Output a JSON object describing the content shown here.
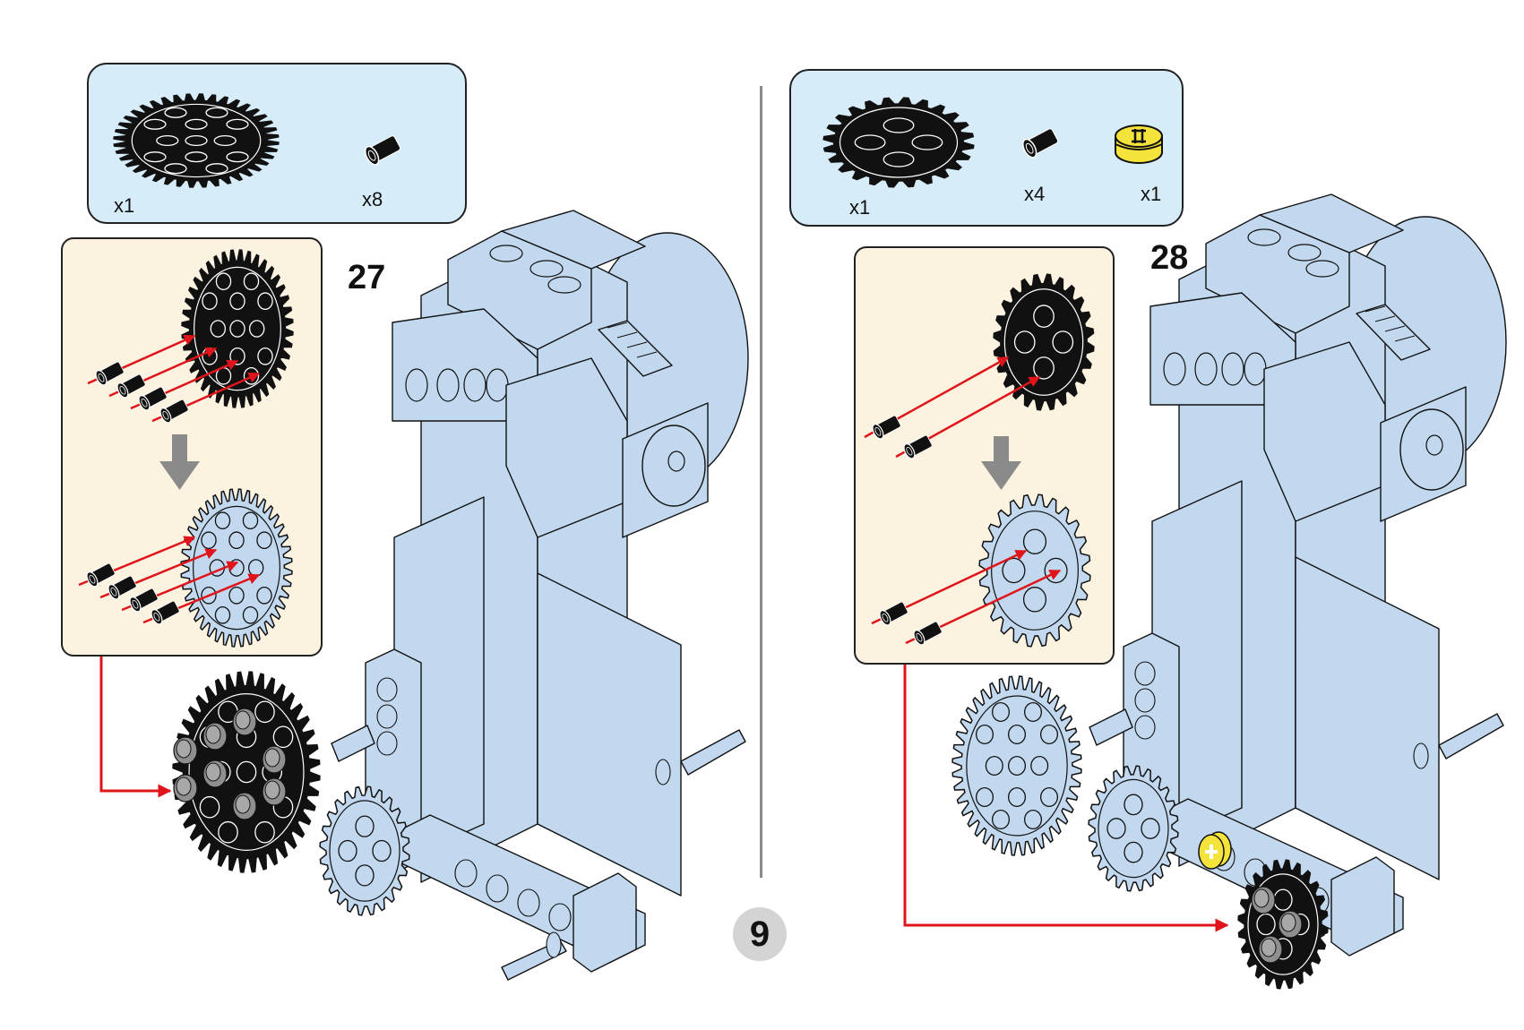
{
  "page": {
    "number": "9",
    "colors": {
      "parts_box_bg": "#d6ecf8",
      "callout_bg": "#fcf2e0",
      "assembly_blue": "#c2d8ef",
      "arrow_red": "#e0151b",
      "part_black": "#111111",
      "bushing_yellow": "#f4e33a",
      "divider_gray": "#8a8a8a",
      "badge_gray": "#d4d4d4"
    }
  },
  "steps": [
    {
      "number": "27",
      "parts": [
        {
          "icon": "gear-40-tooth-black-icon",
          "quantity": "x1"
        },
        {
          "icon": "friction-pin-black-icon",
          "quantity": "x8"
        }
      ],
      "callout": {
        "substeps": [
          {
            "icon": "gear-40-tooth-black-icon",
            "pins": 4
          },
          {
            "icon": "down-arrow-icon"
          },
          {
            "icon": "gear-40-tooth-blue-icon",
            "pins": 4
          }
        ]
      }
    },
    {
      "number": "28",
      "parts": [
        {
          "icon": "gear-24-tooth-black-icon",
          "quantity": "x1"
        },
        {
          "icon": "friction-pin-black-icon",
          "quantity": "x4"
        },
        {
          "icon": "half-bushing-yellow-icon",
          "quantity": "x1"
        }
      ],
      "callout": {
        "substeps": [
          {
            "icon": "gear-24-tooth-black-icon",
            "pins": 2
          },
          {
            "icon": "down-arrow-icon"
          },
          {
            "icon": "gear-24-tooth-blue-icon",
            "pins": 2
          }
        ]
      }
    }
  ]
}
